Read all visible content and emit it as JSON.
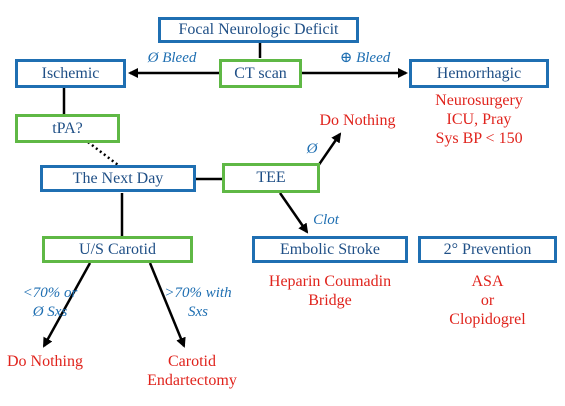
{
  "nodes": {
    "focal_deficit": "Focal Neurologic Deficit",
    "ct_scan": "CT scan",
    "ischemic": "Ischemic",
    "hemorrhagic": "Hemorrhagic",
    "tpa": "tPA?",
    "next_day": "The Next Day",
    "tee": "TEE",
    "us_carotid": "U/S Carotid",
    "embolic_stroke": "Embolic Stroke",
    "secondary_prevention": "2° Prevention"
  },
  "edge_labels": {
    "no_bleed": "Ø Bleed",
    "bleed": "⊕ Bleed",
    "null_result": "Ø",
    "clot": "Clot",
    "lt70_line1": "<70% or",
    "lt70_line2": "Ø Sxs",
    "gt70_line1": ">70% with",
    "gt70_line2": "Sxs"
  },
  "outcomes": {
    "hemorrhagic_line1": "Neurosurgery",
    "hemorrhagic_line2": "ICU, Pray",
    "hemorrhagic_line3": "Sys BP < 150",
    "tee_do_nothing": "Do Nothing",
    "embolic_line1": "Heparin Coumadin",
    "embolic_line2": "Bridge",
    "prevention_line1": "ASA",
    "prevention_line2": "or",
    "prevention_line3": "Clopidogrel",
    "carotid_do_nothing": "Do Nothing",
    "endarterectomy_line1": "Carotid",
    "endarterectomy_line2": "Endartectomy"
  },
  "colors": {
    "box_border_blue": "#1f6fb2",
    "box_border_green": "#5fb845",
    "box_text": "#1f4f86",
    "outcome_red": "#e0231c",
    "edge_label_blue": "#1f6fb2"
  }
}
